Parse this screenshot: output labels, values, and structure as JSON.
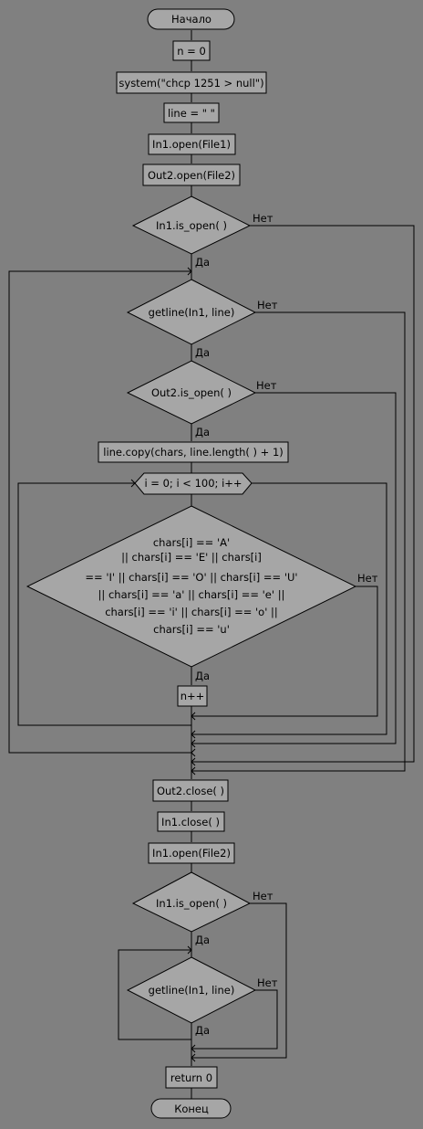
{
  "flowchart": {
    "start": "Начало",
    "end": "Конец",
    "yes": "Да",
    "no": "Нет",
    "steps": {
      "n0": "n = 0",
      "system": "system(\"chcp 1251 > null\")",
      "line_init": "line = \" \"",
      "in1_open_file1": "In1.open(File1)",
      "out2_open_file2": "Out2.open(File2)",
      "in1_is_open_1": "In1.is_open( )",
      "getline_1": "getline(In1, line)",
      "out2_is_open": "Out2.is_open( )",
      "line_copy": "line.copy(chars, line.length( ) + 1)",
      "for_loop": "i = 0; i < 100; i++",
      "vowel_cond": [
        "chars[i] == 'A'",
        "|| chars[i] == 'E' || chars[i]",
        "== 'I' || chars[i] == 'O' || chars[i] == 'U'",
        "|| chars[i] == 'a' || chars[i] == 'e' ||",
        "chars[i] == 'i' || chars[i] == 'o' ||",
        "chars[i] == 'u'"
      ],
      "n_inc": "n++",
      "out2_close": "Out2.close( )",
      "in1_close": "In1.close( )",
      "in1_open_file2": "In1.open(File2)",
      "in1_is_open_2": "In1.is_open( )",
      "getline_2": "getline(In1, line)",
      "return0": "return 0"
    }
  }
}
